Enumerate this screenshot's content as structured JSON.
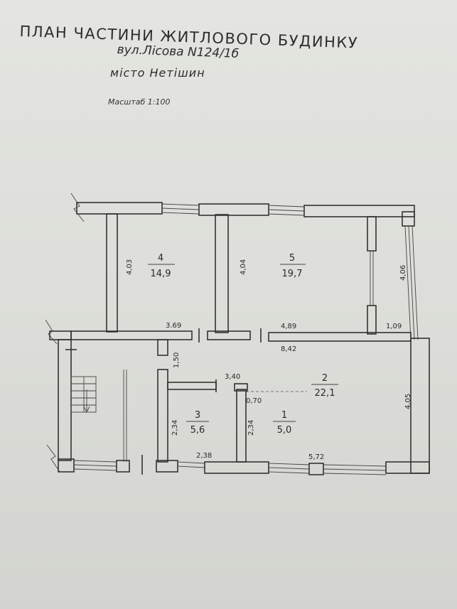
{
  "header": {
    "title": "ПЛАН ЧАСТИНИ ЖИТЛОВОГО БУДИНКУ",
    "address": "вул.Лісова N124/1б",
    "city": "місто Нетішин",
    "scale": "Масштаб 1:100"
  },
  "rooms": [
    {
      "number": "4",
      "area": "14,9"
    },
    {
      "number": "5",
      "area": "19,7"
    },
    {
      "number": "3",
      "area": "5,6"
    },
    {
      "number": "1",
      "area": "5,0"
    },
    {
      "number": "2",
      "area": "22,1"
    }
  ],
  "dimensions": {
    "d403": "4,03",
    "d404": "4,04",
    "d406": "4,06",
    "d369": "3.69",
    "d489": "4,89",
    "d109": "1,09",
    "d842": "8,42",
    "d150": "1,50",
    "d340": "3,40",
    "d070": "0,70",
    "d405": "4,05",
    "d234a": "2,34",
    "d234b": "2,34",
    "d238": "2,38",
    "d572": "5,72"
  },
  "colors": {
    "paper": "#dfe0db",
    "ink": "#2d2d2d"
  }
}
